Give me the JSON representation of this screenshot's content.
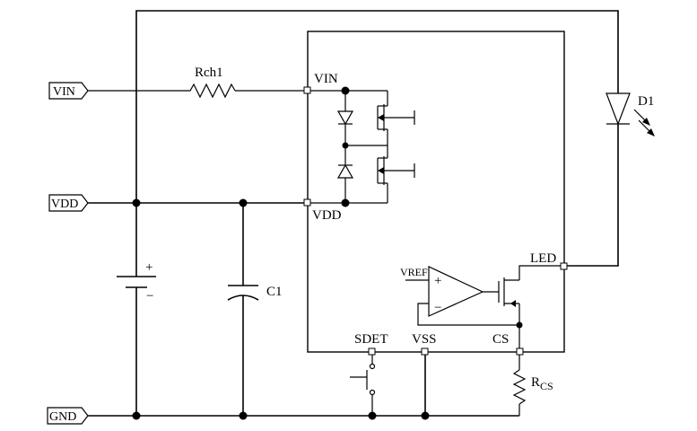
{
  "ports": {
    "vin": "VIN",
    "vdd": "VDD",
    "gnd": "GND"
  },
  "components": {
    "rch1": "Rch1",
    "c1": "C1",
    "d1": "D1",
    "rcs_main": "R",
    "rcs_sub": "CS",
    "battery_plus": "+",
    "battery_minus": "−"
  },
  "ic": {
    "pin_vin": "VIN",
    "pin_vdd": "VDD",
    "pin_led": "LED",
    "pin_sdet": "SDET",
    "pin_vss": "VSS",
    "pin_cs": "CS",
    "vref": "VREF",
    "opamp_plus": "+",
    "opamp_minus": "−"
  },
  "colors": {
    "line": "#000000",
    "background": "#ffffff"
  }
}
